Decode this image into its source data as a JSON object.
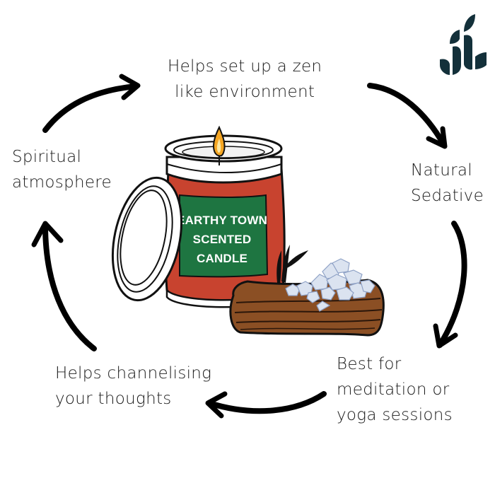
{
  "title": "Earthy Town Scented Candle benefits cycle",
  "logo": {
    "icon": "brand-logo-leaves",
    "color": "#13303a"
  },
  "product": {
    "label_lines": [
      "EARTHY TOWN",
      "SCENTED",
      "CANDLE"
    ],
    "jar_color": "#c8432f",
    "label_color": "#1e7541",
    "flame_color": "#f5a623"
  },
  "benefits": [
    {
      "id": "zen",
      "lines": [
        "Helps set up a zen",
        "like environment"
      ]
    },
    {
      "id": "sedative",
      "lines": [
        "Natural",
        "Sedative"
      ]
    },
    {
      "id": "meditation",
      "lines": [
        "Best for",
        "meditation or",
        "yoga sessions"
      ]
    },
    {
      "id": "thoughts",
      "lines": [
        "Helps channelising",
        "your thoughts"
      ]
    },
    {
      "id": "spiritual",
      "lines": [
        "Spiritual",
        "atmosphere"
      ]
    }
  ],
  "arrows": [
    {
      "from": "spiritual",
      "to": "zen"
    },
    {
      "from": "zen",
      "to": "sedative"
    },
    {
      "from": "sedative",
      "to": "meditation"
    },
    {
      "from": "meditation",
      "to": "thoughts"
    },
    {
      "from": "thoughts",
      "to": "spiritual"
    }
  ]
}
